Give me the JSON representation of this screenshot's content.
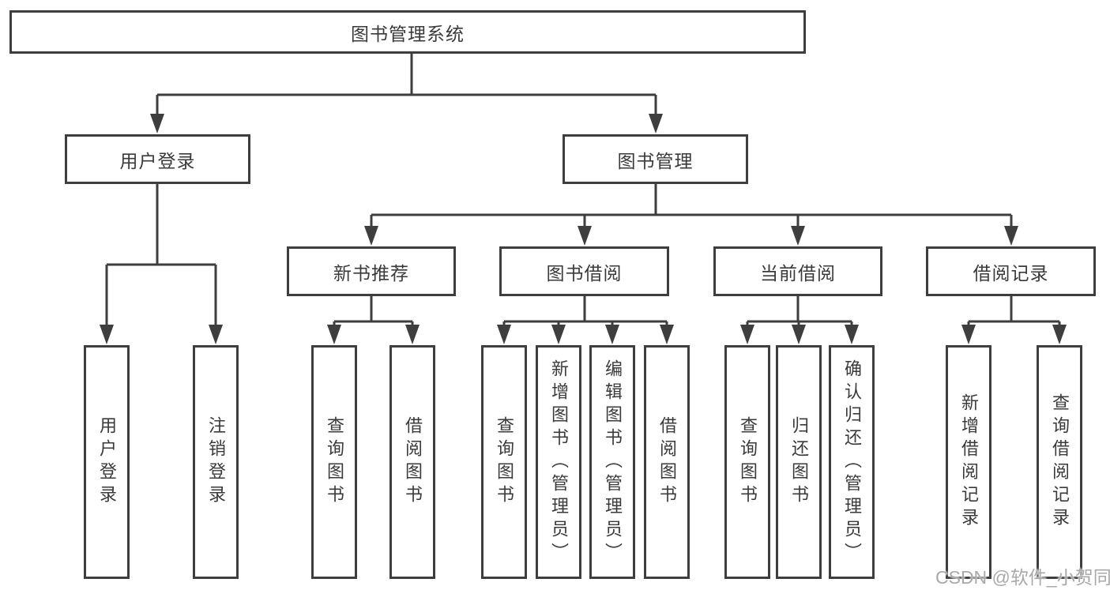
{
  "root": {
    "label": "图书管理系统"
  },
  "branches": [
    {
      "label": "用户登录",
      "children": [
        {
          "label": "用户登录"
        },
        {
          "label": "注销登录"
        }
      ]
    },
    {
      "label": "图书管理",
      "children": [
        {
          "label": "新书推荐",
          "children": [
            {
              "label": "查询图书"
            },
            {
              "label": "借阅图书"
            }
          ]
        },
        {
          "label": "图书借阅",
          "children": [
            {
              "label": "查询图书"
            },
            {
              "label": "新增图书（管理员）"
            },
            {
              "label": "编辑图书（管理员）"
            },
            {
              "label": "借阅图书"
            }
          ]
        },
        {
          "label": "当前借阅",
          "children": [
            {
              "label": "查询图书"
            },
            {
              "label": "归还图书"
            },
            {
              "label": "确认归还（管理员）"
            }
          ]
        },
        {
          "label": "借阅记录",
          "children": [
            {
              "label": "新增借阅记录"
            },
            {
              "label": "查询借阅记录"
            }
          ]
        }
      ]
    }
  ],
  "watermark": {
    "text": "CSDN @软件_小贺同学"
  },
  "colors": {
    "line": "#3e3e3e",
    "text": "#3a3a3a",
    "background": "#ffffff",
    "watermark": "#a9a9a9"
  }
}
